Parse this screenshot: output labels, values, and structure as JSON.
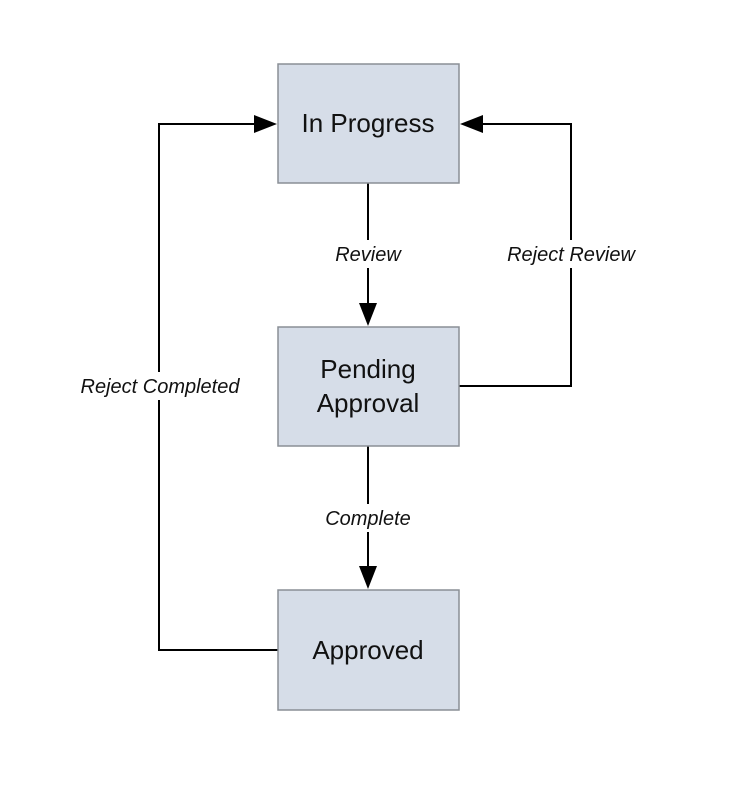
{
  "states": {
    "in_progress": {
      "label": "In Progress"
    },
    "pending_approval": {
      "label_line1": "Pending",
      "label_line2": "Approval"
    },
    "approved": {
      "label": "Approved"
    }
  },
  "transitions": {
    "review": {
      "label": "Review"
    },
    "reject_review": {
      "label": "Reject Review"
    },
    "complete": {
      "label": "Complete"
    },
    "reject_completed": {
      "label": "Reject Completed"
    }
  },
  "colors": {
    "state_fill": "#d6dde8",
    "state_border": "#8a8f96",
    "edge": "#000000"
  }
}
